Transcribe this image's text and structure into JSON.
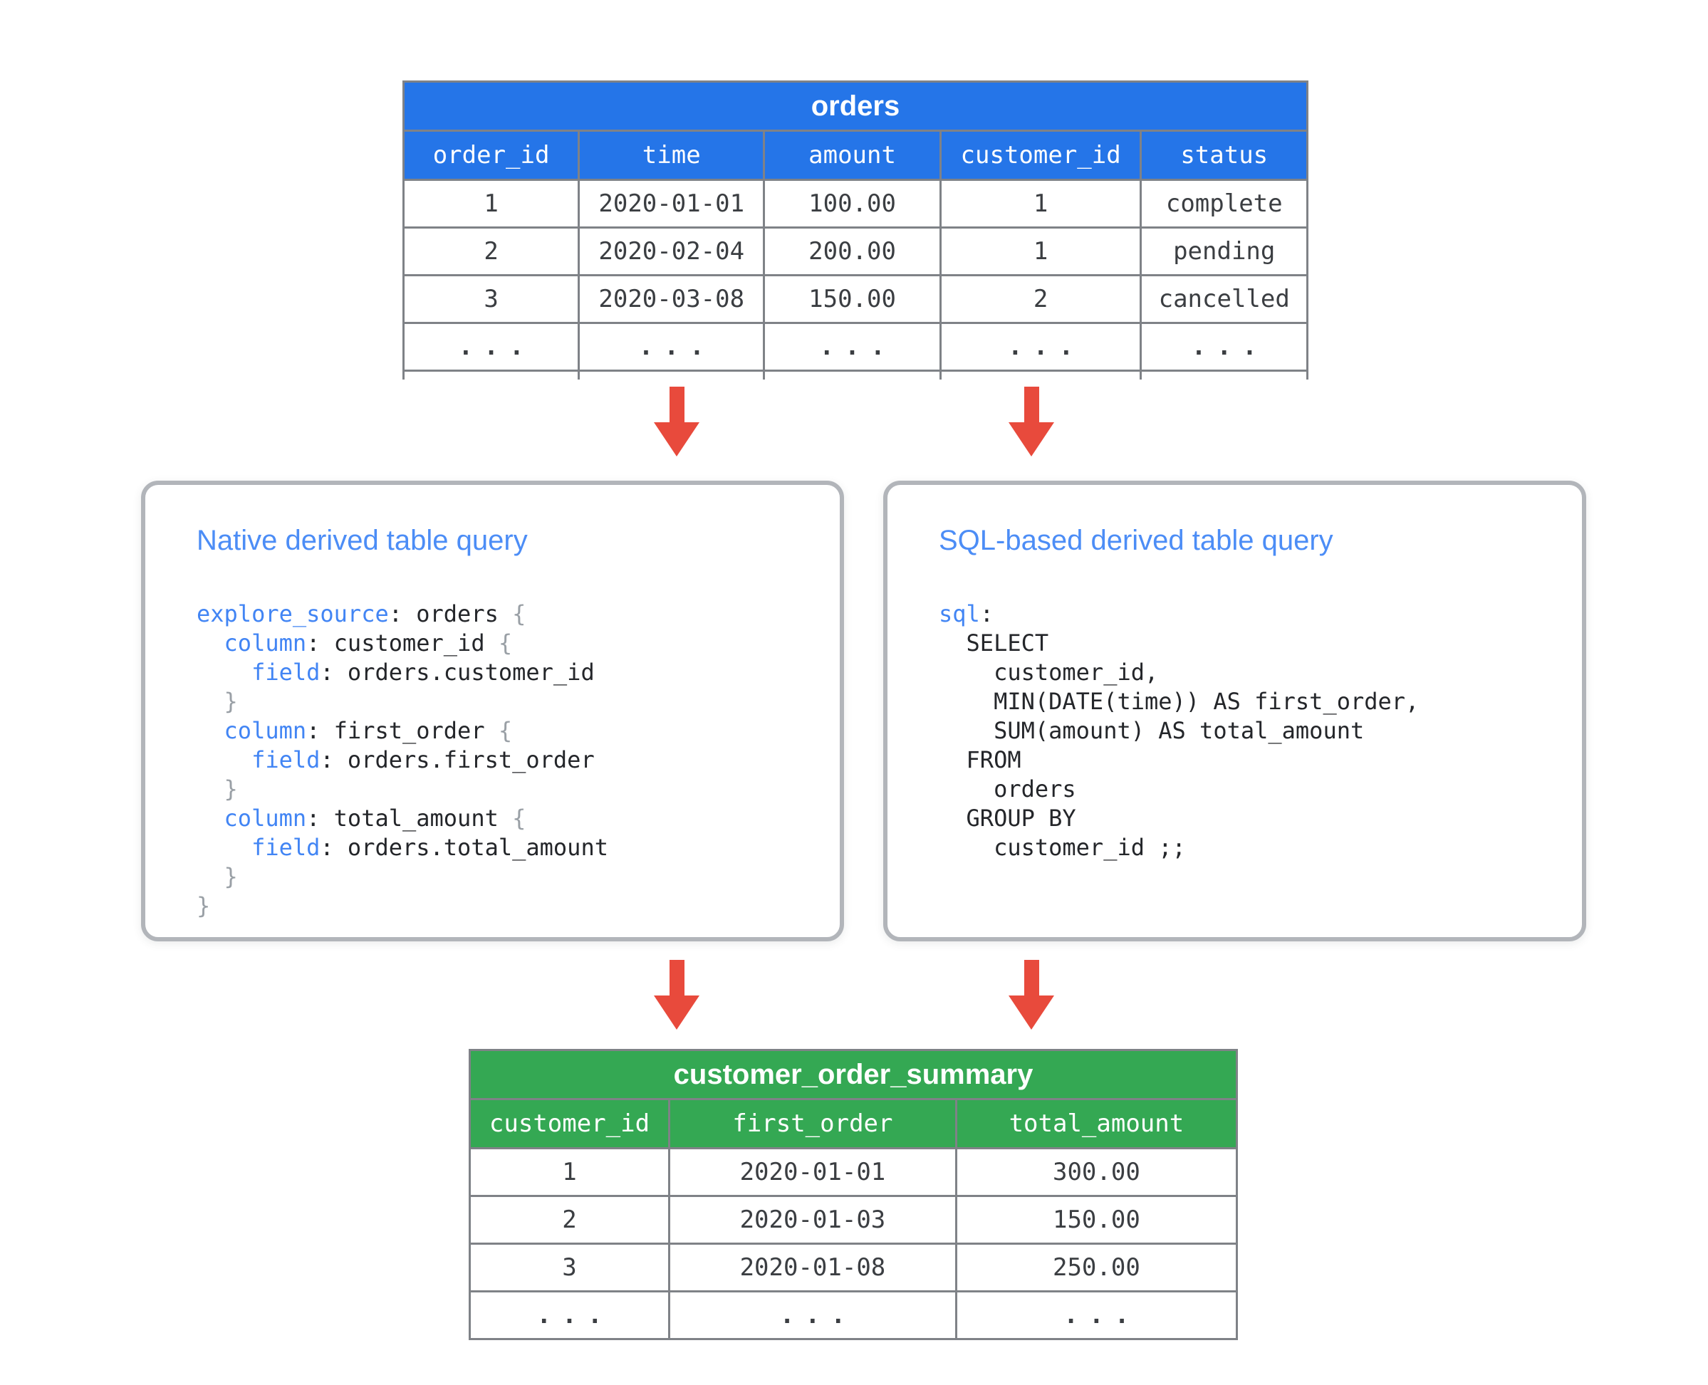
{
  "orders_table": {
    "title": "orders",
    "columns": [
      "order_id",
      "time",
      "amount",
      "customer_id",
      "status"
    ],
    "rows": [
      [
        "1",
        "2020-01-01",
        "100.00",
        "1",
        "complete"
      ],
      [
        "2",
        "2020-02-04",
        "200.00",
        "1",
        "pending"
      ],
      [
        "3",
        "2020-03-08",
        "150.00",
        "2",
        "cancelled"
      ],
      [
        "...",
        "...",
        "...",
        "...",
        "..."
      ]
    ],
    "extra_empty_row": true
  },
  "native_box": {
    "title": "Native derived table query",
    "code": [
      [
        [
          "kw",
          "explore_source"
        ],
        [
          "pl",
          ": orders "
        ],
        [
          "br",
          "{"
        ]
      ],
      [
        [
          "pl",
          "  "
        ],
        [
          "kw",
          "column"
        ],
        [
          "pl",
          ": customer_id "
        ],
        [
          "br",
          "{"
        ]
      ],
      [
        [
          "pl",
          "    "
        ],
        [
          "kw",
          "field"
        ],
        [
          "pl",
          ": orders.customer_id"
        ]
      ],
      [
        [
          "pl",
          "  "
        ],
        [
          "br",
          "}"
        ]
      ],
      [
        [
          "pl",
          "  "
        ],
        [
          "kw",
          "column"
        ],
        [
          "pl",
          ": first_order "
        ],
        [
          "br",
          "{"
        ]
      ],
      [
        [
          "pl",
          "    "
        ],
        [
          "kw",
          "field"
        ],
        [
          "pl",
          ": orders.first_order"
        ]
      ],
      [
        [
          "pl",
          "  "
        ],
        [
          "br",
          "}"
        ]
      ],
      [
        [
          "pl",
          "  "
        ],
        [
          "kw",
          "column"
        ],
        [
          "pl",
          ": total_amount "
        ],
        [
          "br",
          "{"
        ]
      ],
      [
        [
          "pl",
          "    "
        ],
        [
          "kw",
          "field"
        ],
        [
          "pl",
          ": orders.total_amount"
        ]
      ],
      [
        [
          "pl",
          "  "
        ],
        [
          "br",
          "}"
        ]
      ],
      [
        [
          "br",
          "}"
        ]
      ]
    ]
  },
  "sql_box": {
    "title": "SQL-based derived table query",
    "code": [
      [
        [
          "kw",
          "sql"
        ],
        [
          "pl",
          ":"
        ]
      ],
      [
        [
          "pl",
          "  SELECT"
        ]
      ],
      [
        [
          "pl",
          "    customer_id,"
        ]
      ],
      [
        [
          "pl",
          "    MIN(DATE(time)) AS first_order,"
        ]
      ],
      [
        [
          "pl",
          "    SUM(amount) AS total_amount"
        ]
      ],
      [
        [
          "pl",
          "  FROM"
        ]
      ],
      [
        [
          "pl",
          "    orders"
        ]
      ],
      [
        [
          "pl",
          "  GROUP BY"
        ]
      ],
      [
        [
          "pl",
          "    customer_id ;;"
        ]
      ]
    ]
  },
  "summary_table": {
    "title": "customer_order_summary",
    "columns": [
      "customer_id",
      "first_order",
      "total_amount"
    ],
    "rows": [
      [
        "1",
        "2020-01-01",
        "300.00"
      ],
      [
        "2",
        "2020-01-03",
        "150.00"
      ],
      [
        "3",
        "2020-01-08",
        "250.00"
      ],
      [
        "...",
        "...",
        "..."
      ]
    ]
  },
  "colors": {
    "orders_header_blue": "#2575e8",
    "summary_header_green": "#34a853",
    "arrow_red": "#e84a3c",
    "box_title_blue": "#4c8df6",
    "code_keyword_blue": "#4285f4",
    "code_brace_gray": "#9aa0a6",
    "table_border_gray": "#7f8287",
    "cell_text": "#3b3e42"
  }
}
